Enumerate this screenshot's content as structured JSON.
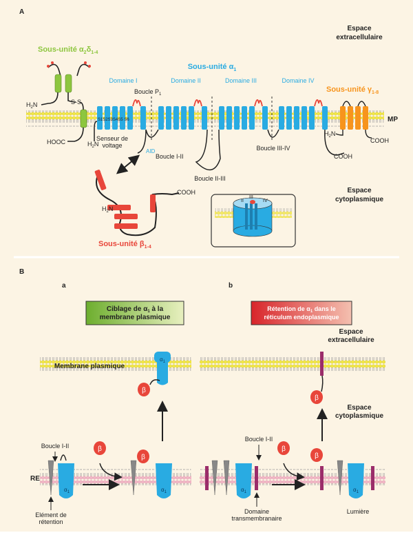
{
  "panel_a": {
    "letter": "A",
    "extracellular": [
      "Espace",
      "extracellulaire"
    ],
    "cytoplasmic": [
      "Espace",
      "cytoplasmique"
    ],
    "mp": "MP",
    "alpha2delta": {
      "name": "Sous-unité α",
      "sub": "2",
      "rest": "δ",
      "sub2": "1-4"
    },
    "alpha1": {
      "name": "Sous-unité α",
      "sub": "1"
    },
    "gamma": {
      "name": "Sous-unité γ",
      "sub": "1-8"
    },
    "beta": {
      "name": "Sous-unité β",
      "sub": "1-4"
    },
    "domains": [
      "Domaine I",
      "Domaine II",
      "Domaine III",
      "Domaine IV"
    ],
    "loop_p": "Boucle P",
    "loop_p_sub": "1",
    "segments": "S1S2S3S4S5 S6",
    "sensor": [
      "Senseur de",
      "voltage"
    ],
    "aid": "AID",
    "loops": [
      "Boucle I-II",
      "Boucle II-III",
      "Boucle III-IV"
    ],
    "ss": "S-S",
    "h2n": "H",
    "cooh": "COOH",
    "hooc": "HOOC",
    "pore_labels": [
      "II",
      "III",
      "IV"
    ],
    "colors": {
      "green": "#8DC63F",
      "blue": "#29ABE2",
      "red": "#E8463A",
      "orange": "#F7941D",
      "membrane": "#F3E843"
    }
  },
  "panel_b": {
    "letter": "B",
    "a": {
      "letter": "a",
      "box": [
        "Ciblage de α",
        "1",
        " à la",
        "membrane plasmique"
      ],
      "membrane": "Membrane plasmique",
      "loop": "Boucle I-II",
      "re": "RE",
      "element": [
        "Elément de",
        "rétention"
      ]
    },
    "b": {
      "letter": "b",
      "box": [
        "Rétention de α",
        "1",
        " dans le",
        "réticulum endoplasmique"
      ],
      "extracellular": [
        "Espace",
        "extracellulaire"
      ],
      "cytoplasmic": [
        "Espace",
        "cytoplasmique"
      ],
      "loop": "Boucle I-II",
      "domain": [
        "Domaine",
        "transmembranaire"
      ],
      "lumen": "Lumière"
    },
    "beta": "β",
    "alpha": "α",
    "alpha_sub": "1"
  }
}
